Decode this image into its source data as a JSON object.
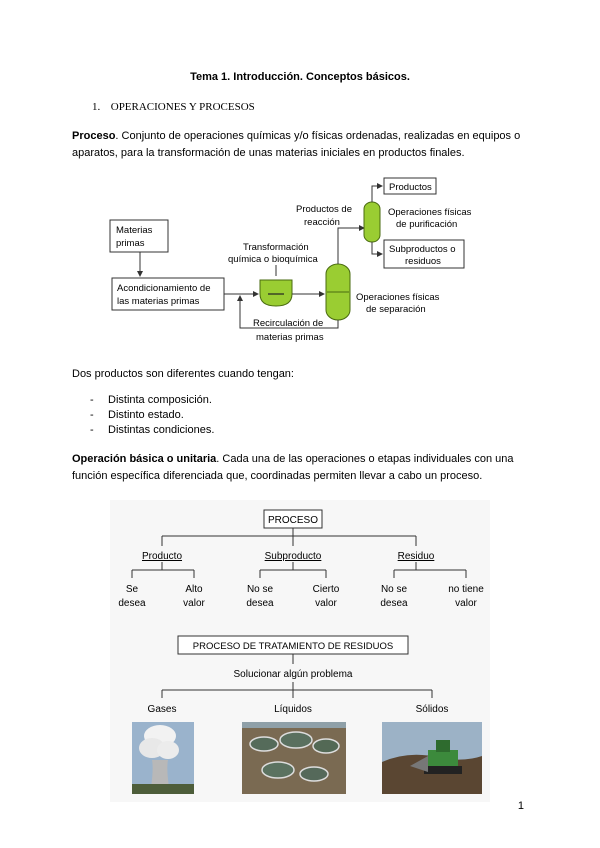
{
  "header": {
    "title": "Tema 1. Introducción. Conceptos básicos."
  },
  "section": {
    "number": "1.",
    "title": "OPERACIONES Y PROCESOS"
  },
  "proceso_def": {
    "term": "Proceso",
    "text": ". Conjunto de operaciones químicas y/o físicas ordenadas, realizadas en equipos o aparatos, para la transformación de unas materias iniciales en productos finales."
  },
  "diagram1": {
    "materias_primas": [
      "Materias",
      "primas"
    ],
    "acondicionamiento": [
      "Acondicionamiento de",
      "las materias primas"
    ],
    "transformacion": [
      "Transformación",
      "química o bioquímica"
    ],
    "recirculacion": [
      "Recirculación de",
      "materias primas"
    ],
    "productos_reaccion": [
      "Productos de",
      "reacción"
    ],
    "productos": "Productos",
    "op_purificacion": [
      "Operaciones físicas",
      "de purificación"
    ],
    "subproductos": [
      "Subproductos o",
      "residuos"
    ],
    "op_separacion": [
      "Operaciones físicas",
      "de separación"
    ]
  },
  "diferentes": {
    "intro": "Dos productos son diferentes cuando tengan:",
    "items": [
      "Distinta composición.",
      "Distinto estado.",
      "Distintas condiciones."
    ]
  },
  "operacion_def": {
    "term": "Operación básica o unitaria",
    "text": ". Cada una de las operaciones o etapas individuales con una función específica diferenciada que, coordinadas permiten llevar a cabo un proceso."
  },
  "diagram2": {
    "proceso": "PROCESO",
    "producto": "Producto",
    "subproducto": "Subproducto",
    "residuo": "Residuo",
    "leaves": [
      [
        "Se",
        "desea"
      ],
      [
        "Alto",
        "valor"
      ],
      [
        "No se",
        "desea"
      ],
      [
        "Cierto",
        "valor"
      ],
      [
        "No se",
        "desea"
      ],
      [
        "no tiene",
        "valor"
      ]
    ],
    "tratamiento": "PROCESO DE TRATAMIENTO DE RESIDUOS",
    "solucionar": "Solucionar algún problema",
    "gases": "Gases",
    "liquidos": "Líquidos",
    "solidos": "Sólidos"
  },
  "colors": {
    "vessel": "#9acd32",
    "vessel_stroke": "#4a6b10"
  },
  "page_number": "1"
}
